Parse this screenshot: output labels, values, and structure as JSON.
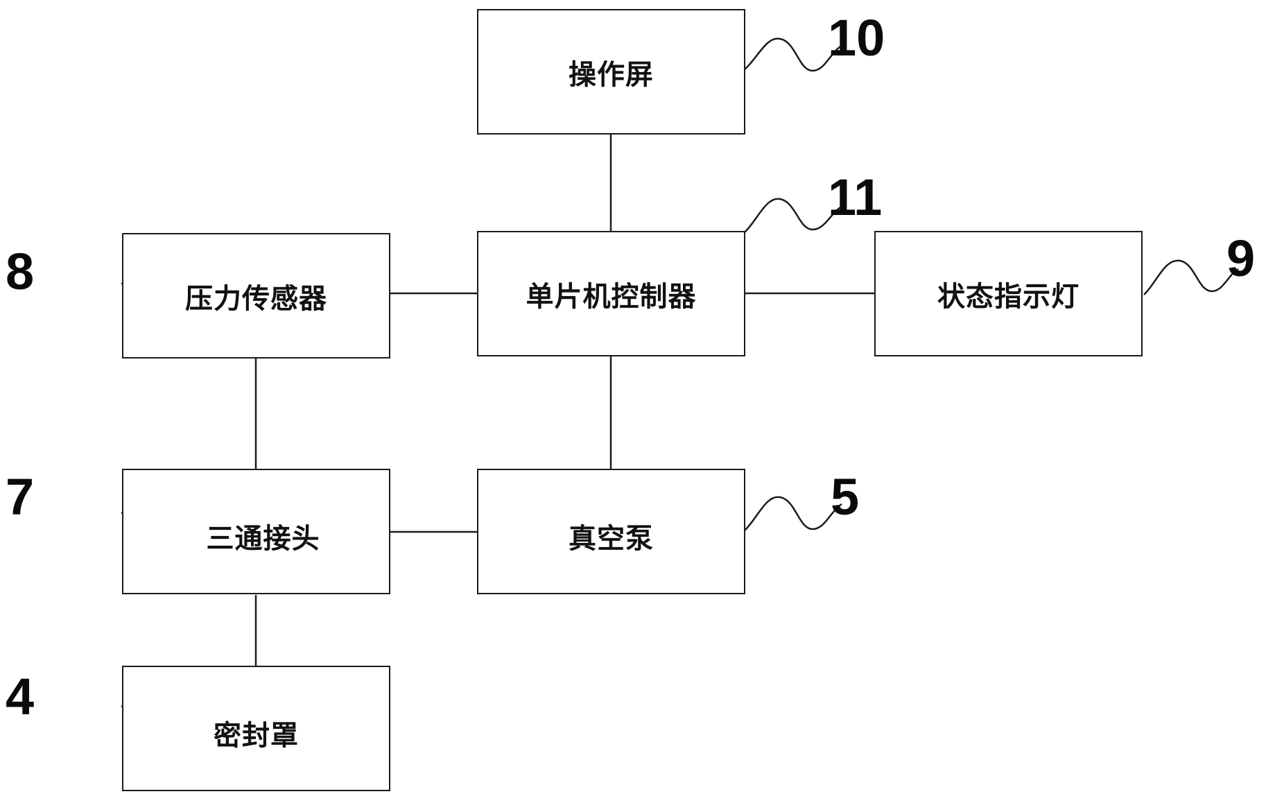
{
  "colors": {
    "line": "#1a1a1a",
    "text": "#111111",
    "background": "#ffffff"
  },
  "blocks": {
    "screen": {
      "label": "操作屏",
      "ref": "10"
    },
    "controller": {
      "label": "单片机控制器",
      "ref": "11"
    },
    "sensor": {
      "label": "压力传感器",
      "ref": "8"
    },
    "indicator": {
      "label": "状态指示灯",
      "ref": "9"
    },
    "tee": {
      "label": "三通接头",
      "ref": "7"
    },
    "pump": {
      "label": "真空泵",
      "ref": "5"
    },
    "cover": {
      "label": "密封罩",
      "ref": "4"
    }
  },
  "connections": [
    [
      "screen",
      "controller"
    ],
    [
      "sensor",
      "controller"
    ],
    [
      "controller",
      "indicator"
    ],
    [
      "controller",
      "pump"
    ],
    [
      "sensor",
      "tee"
    ],
    [
      "tee",
      "pump"
    ],
    [
      "tee",
      "cover"
    ]
  ]
}
